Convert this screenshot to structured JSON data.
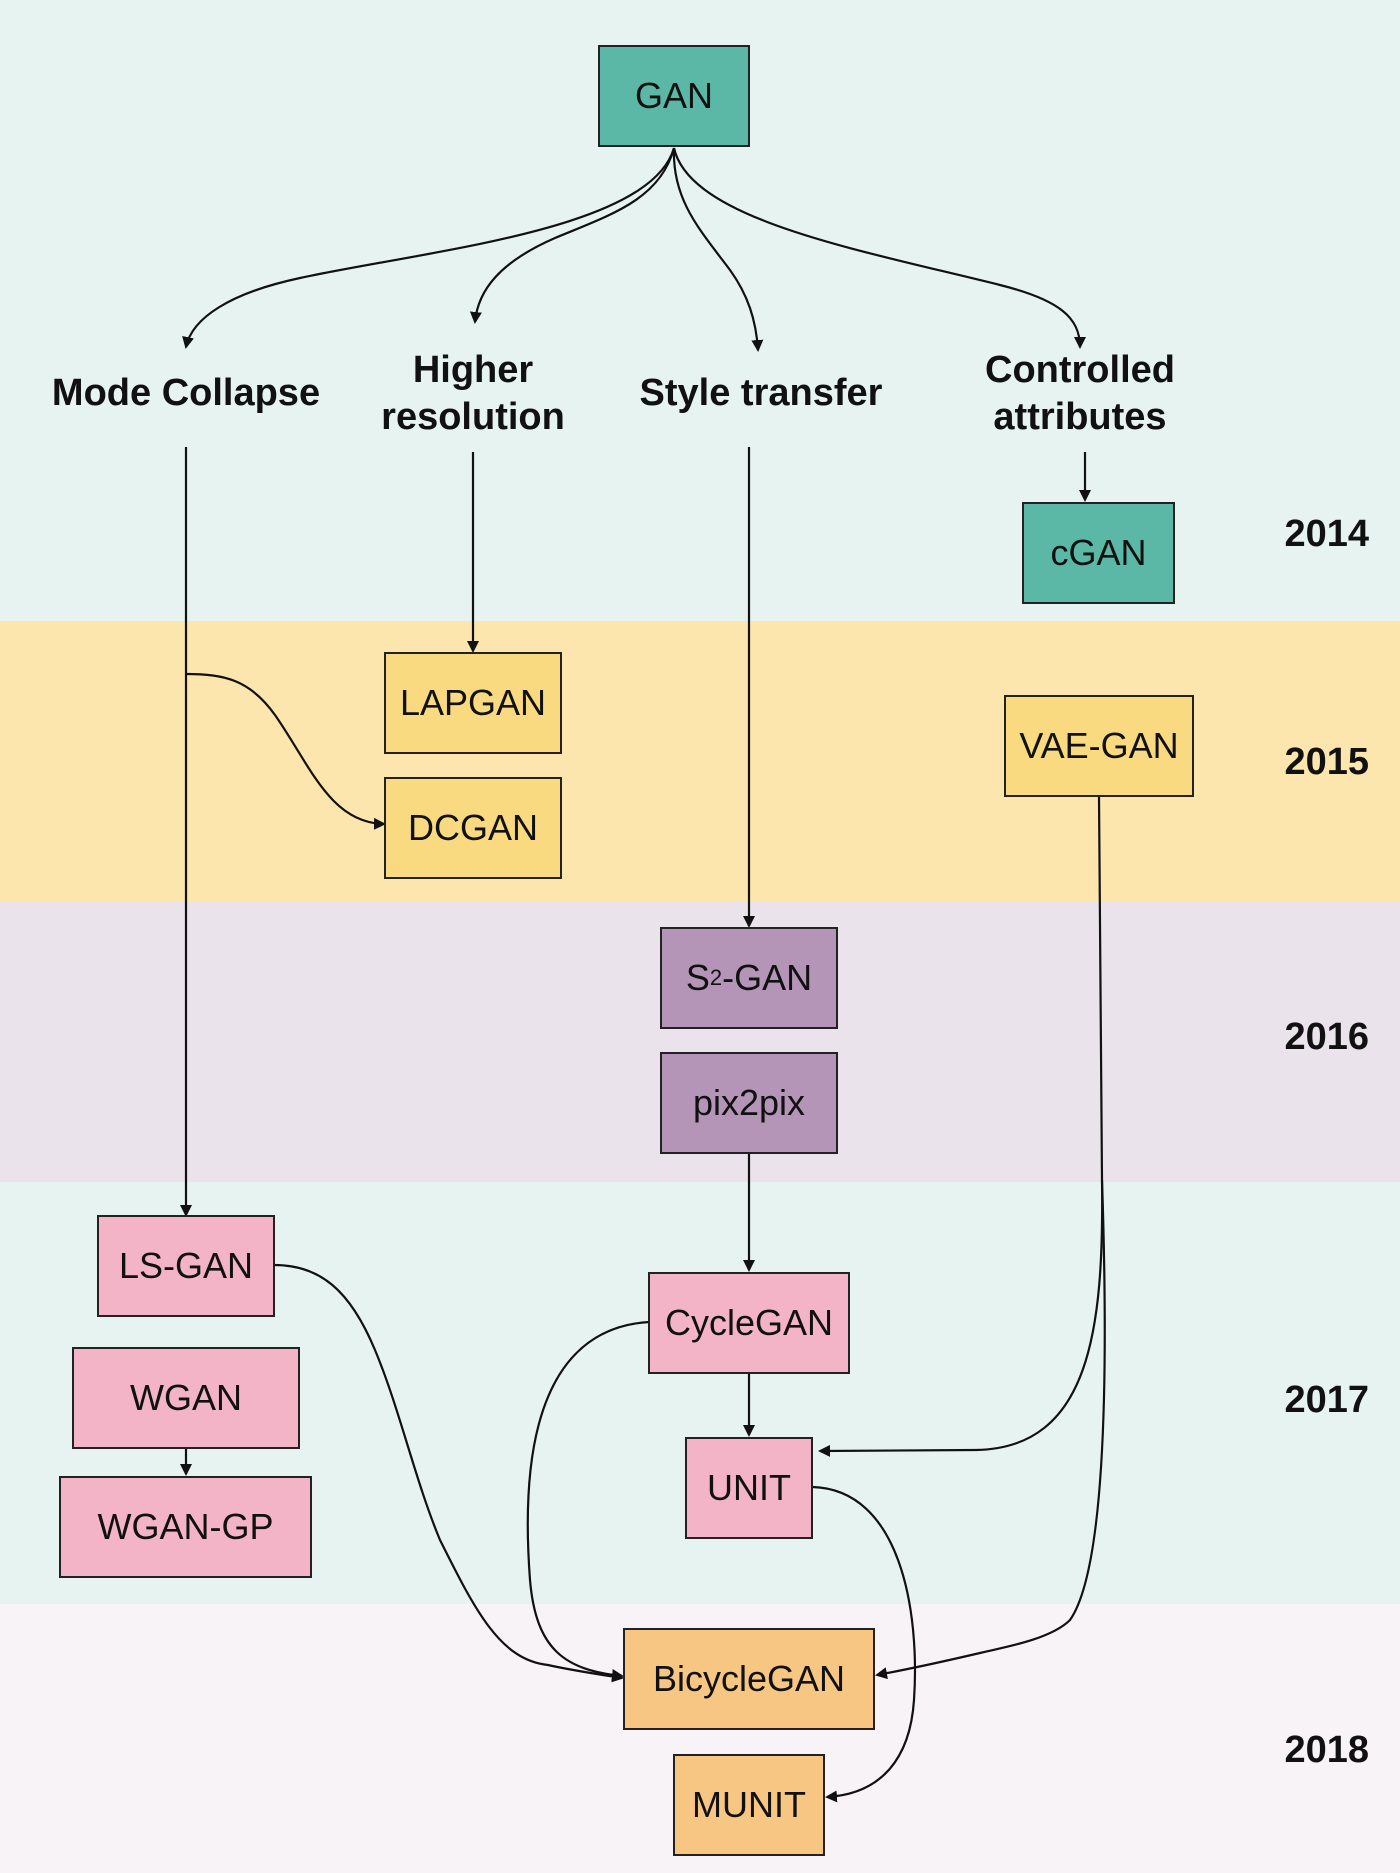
{
  "years": [
    "2014",
    "2015",
    "2016",
    "2017",
    "2018"
  ],
  "categories": {
    "mode_collapse": "Mode Collapse",
    "higher_resolution_line1": "Higher",
    "higher_resolution_line2": "resolution",
    "style_transfer": "Style transfer",
    "controlled_attributes_line1": "Controlled",
    "controlled_attributes_line2": "attributes"
  },
  "nodes": {
    "gan": "GAN",
    "cgan": "cGAN",
    "lapgan": "LAPGAN",
    "dcgan": "DCGAN",
    "vae_gan": "VAE-GAN",
    "s2gan_prefix": "S",
    "s2gan_sup": "2",
    "s2gan_suffix": "-GAN",
    "pix2pix": "pix2pix",
    "ls_gan": "LS-GAN",
    "wgan": "WGAN",
    "wgan_gp": "WGAN-GP",
    "cyclegan": "CycleGAN",
    "unit": "UNIT",
    "bicyclegan": "BicycleGAN",
    "munit": "MUNIT"
  },
  "edges": [
    [
      "GAN",
      "Mode Collapse"
    ],
    [
      "GAN",
      "Higher resolution"
    ],
    [
      "GAN",
      "Style transfer"
    ],
    [
      "GAN",
      "Controlled attributes"
    ],
    [
      "Controlled attributes",
      "cGAN"
    ],
    [
      "Higher resolution",
      "LAPGAN"
    ],
    [
      "Mode Collapse",
      "DCGAN"
    ],
    [
      "Mode Collapse",
      "LS-GAN"
    ],
    [
      "Style transfer",
      "S2-GAN"
    ],
    [
      "pix2pix",
      "CycleGAN"
    ],
    [
      "CycleGAN",
      "UNIT"
    ],
    [
      "VAE-GAN",
      "UNIT"
    ],
    [
      "VAE-GAN",
      "BicycleGAN"
    ],
    [
      "LS-GAN",
      "BicycleGAN"
    ],
    [
      "CycleGAN",
      "BicycleGAN"
    ],
    [
      "UNIT",
      "MUNIT"
    ],
    [
      "WGAN",
      "WGAN-GP"
    ]
  ]
}
